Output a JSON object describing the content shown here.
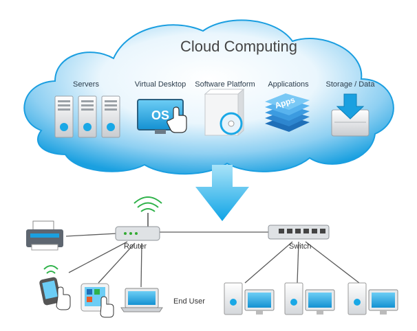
{
  "title": "Cloud Computing",
  "cloud_services": [
    {
      "label": "Servers",
      "icon": "server-rack-icon"
    },
    {
      "label": "Virtual Desktop",
      "icon": "os-monitor-icon",
      "screen_text": "OS"
    },
    {
      "label": "Software Platform",
      "icon": "software-box-icon"
    },
    {
      "label": "Applications",
      "icon": "apps-stack-icon",
      "stack_text": "Apps"
    },
    {
      "label": "Storage / Data",
      "icon": "storage-drive-icon"
    }
  ],
  "network": {
    "router_label": "Router",
    "switch_label": "Switch",
    "end_user_label": "End User"
  },
  "colors": {
    "cloud_light": "#ffffff",
    "cloud_mid": "#cfe9f8",
    "cloud_dark": "#1aa0e0",
    "arrow": "#1eb4ec",
    "line": "#5a5a5a"
  }
}
